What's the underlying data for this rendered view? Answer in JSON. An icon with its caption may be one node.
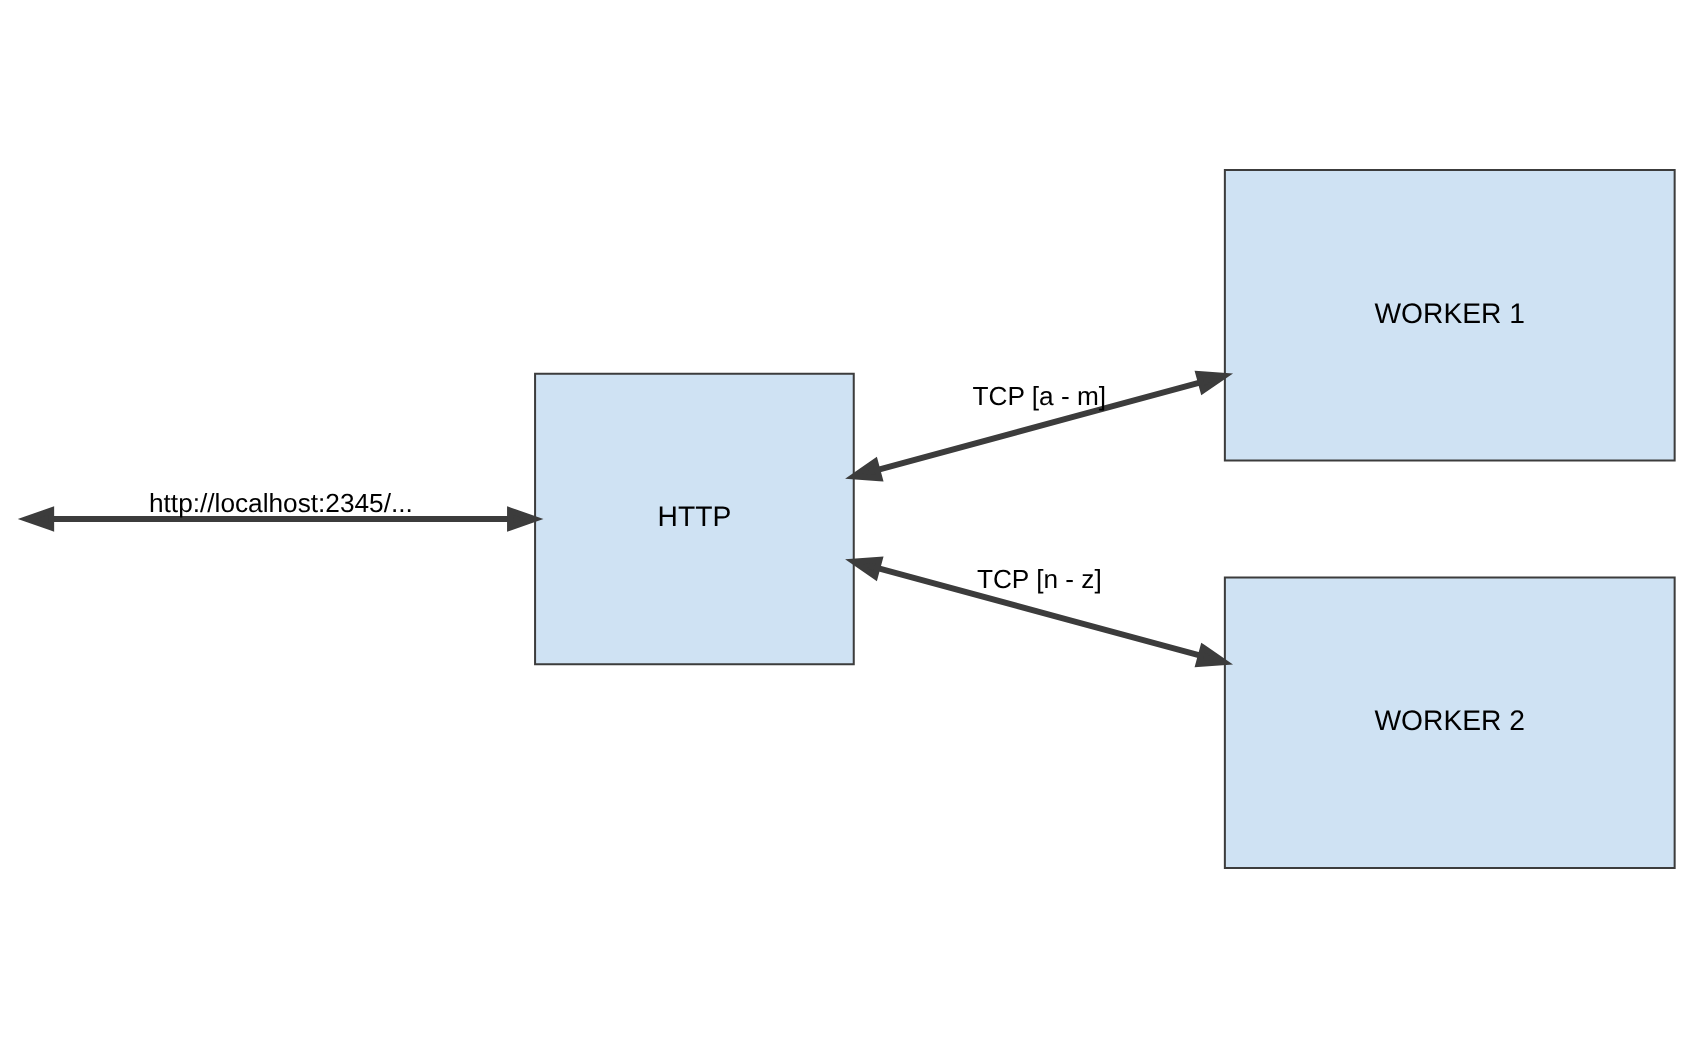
{
  "diagram": {
    "nodes": [
      {
        "text": [
          "HTTP"
        ]
      },
      {
        "text": [
          "WORKER 1"
        ]
      },
      {
        "text": [
          "WORKER 2"
        ]
      }
    ],
    "edges": [
      {
        "from": null,
        "to": 0,
        "arrow": "both",
        "label": "http://localhost:2345/..."
      },
      {
        "from": 0,
        "to": 1,
        "arrow": "both",
        "label": "TCP [a - m]"
      },
      {
        "from": 0,
        "to": 2,
        "arrow": "both",
        "label": "TCP [n - z]"
      }
    ]
  }
}
